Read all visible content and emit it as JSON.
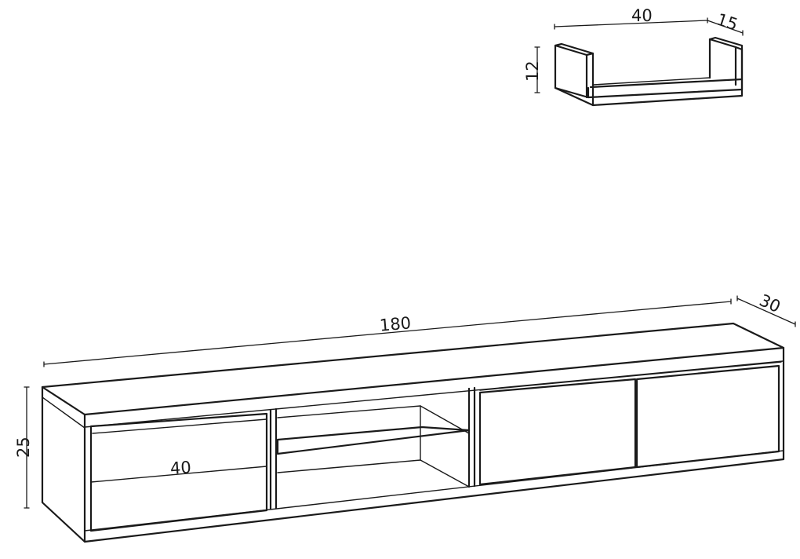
{
  "shelf": {
    "width_label": "40",
    "depth_label": "15",
    "height_label": "12"
  },
  "tv_unit": {
    "width_label": "180",
    "depth_label": "30",
    "height_label": "25",
    "drawer_width_label": "40"
  }
}
